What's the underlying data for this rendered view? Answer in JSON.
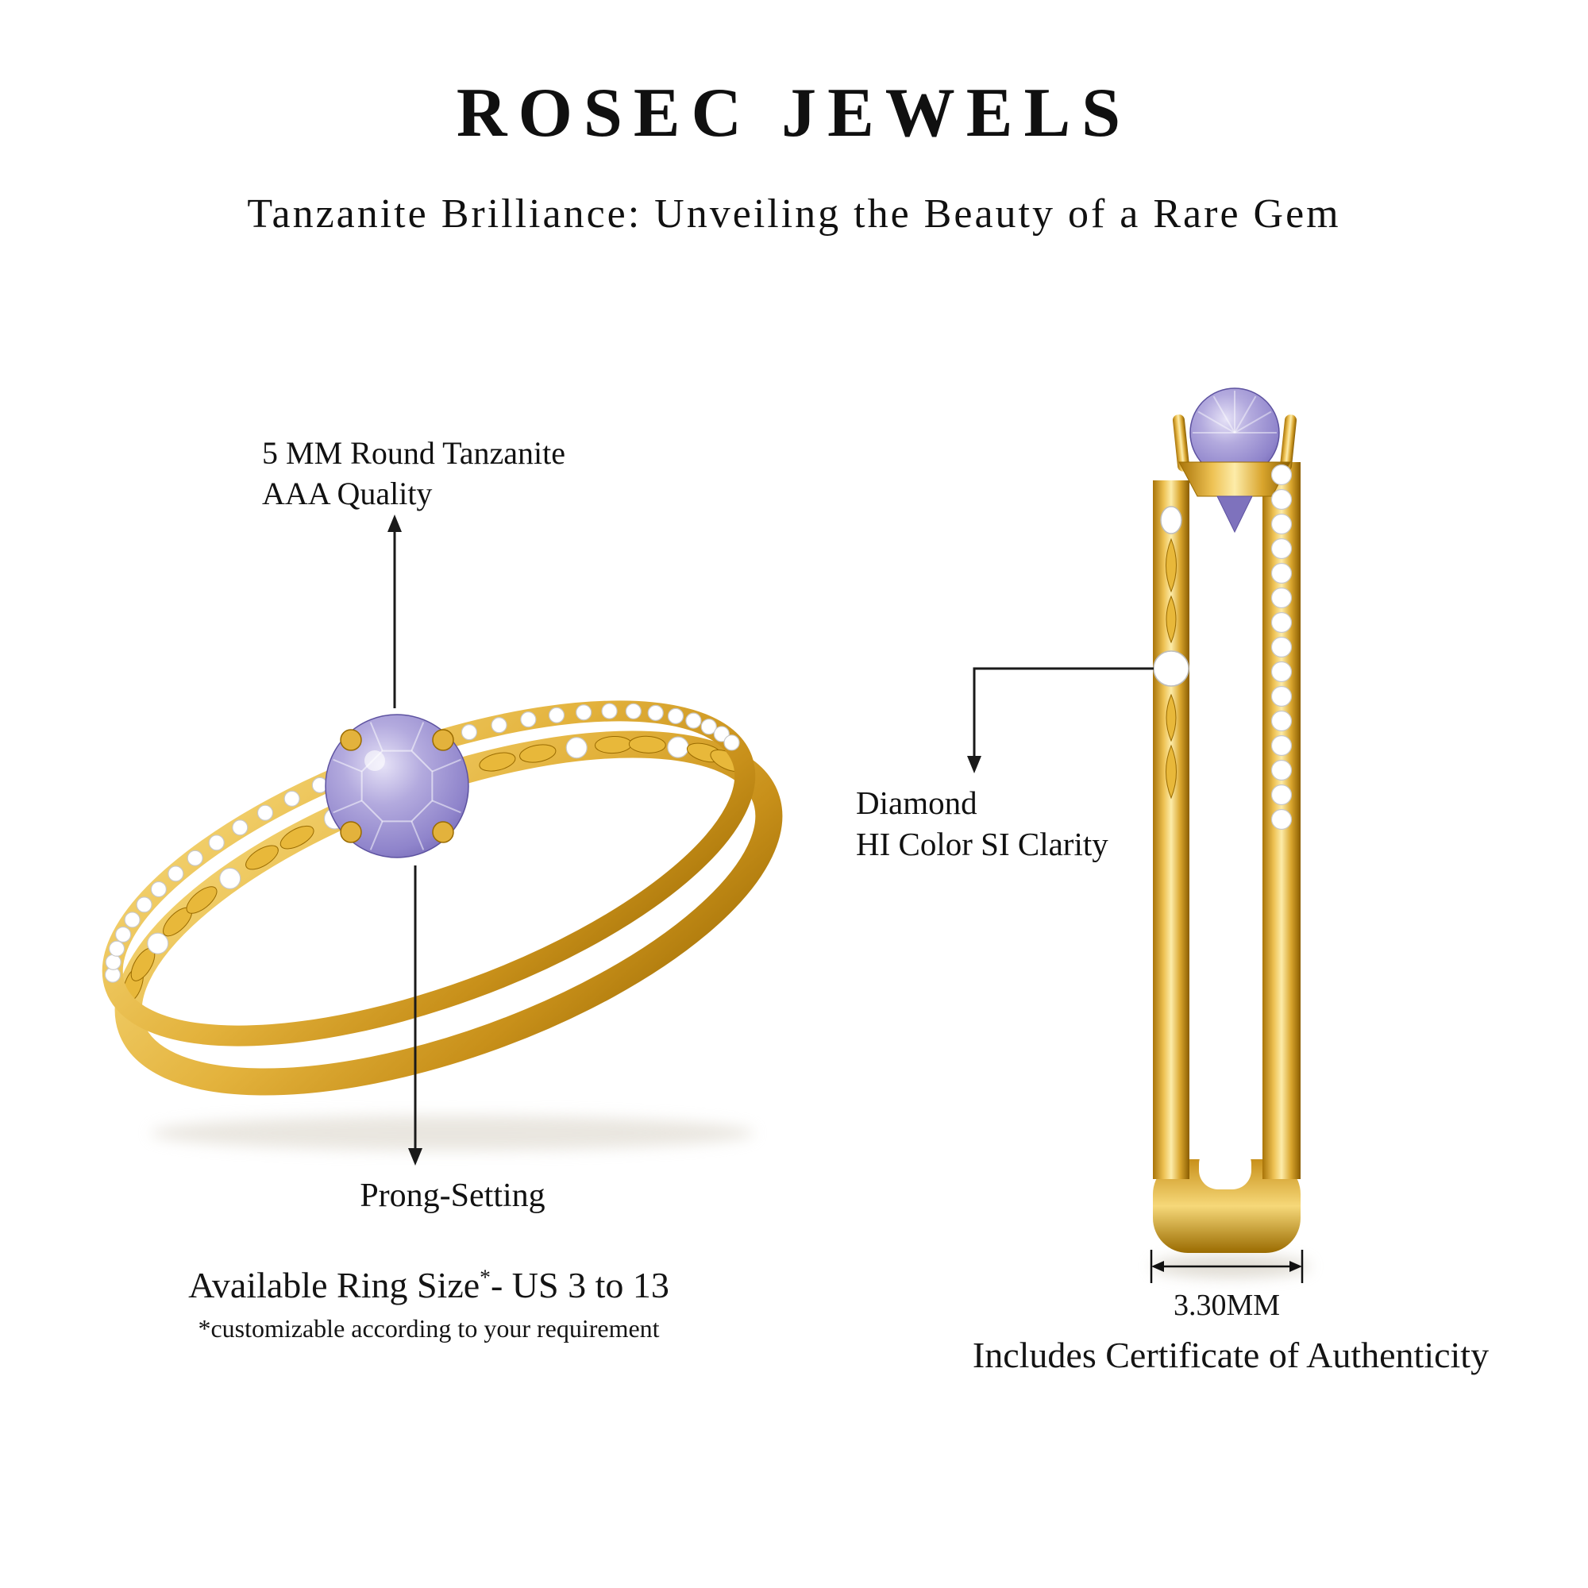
{
  "header": {
    "brand": "ROSEC JEWELS",
    "tagline": "Tanzanite Brilliance: Unveiling the Beauty of a Rare Gem"
  },
  "callouts": {
    "stone": {
      "line1": "5 MM Round Tanzanite",
      "line2": "AAA Quality"
    },
    "prong": {
      "label": "Prong-Setting"
    },
    "diamond": {
      "line1": "Diamond",
      "line2": "HI Color SI Clarity"
    },
    "band_width": {
      "label": "3.30MM"
    }
  },
  "footer": {
    "size": {
      "prefix": "Available Ring Size",
      "asterisk": "*",
      "suffix": "- US 3 to 13"
    },
    "size_note": "*customizable according to your requirement",
    "certificate": "Includes Certificate of Authenticity"
  },
  "colors": {
    "gold": "#e8b83a",
    "gold_light": "#f9e08c",
    "gold_dark": "#9a6b00",
    "tanzanite": "#8f84cb",
    "tanzanite_dark": "#6c60ae",
    "diamond_white": "#ffffff",
    "diamond_stroke": "#c8c8c8",
    "line": "#1a1a1a",
    "text": "#141414",
    "background": "#ffffff"
  }
}
